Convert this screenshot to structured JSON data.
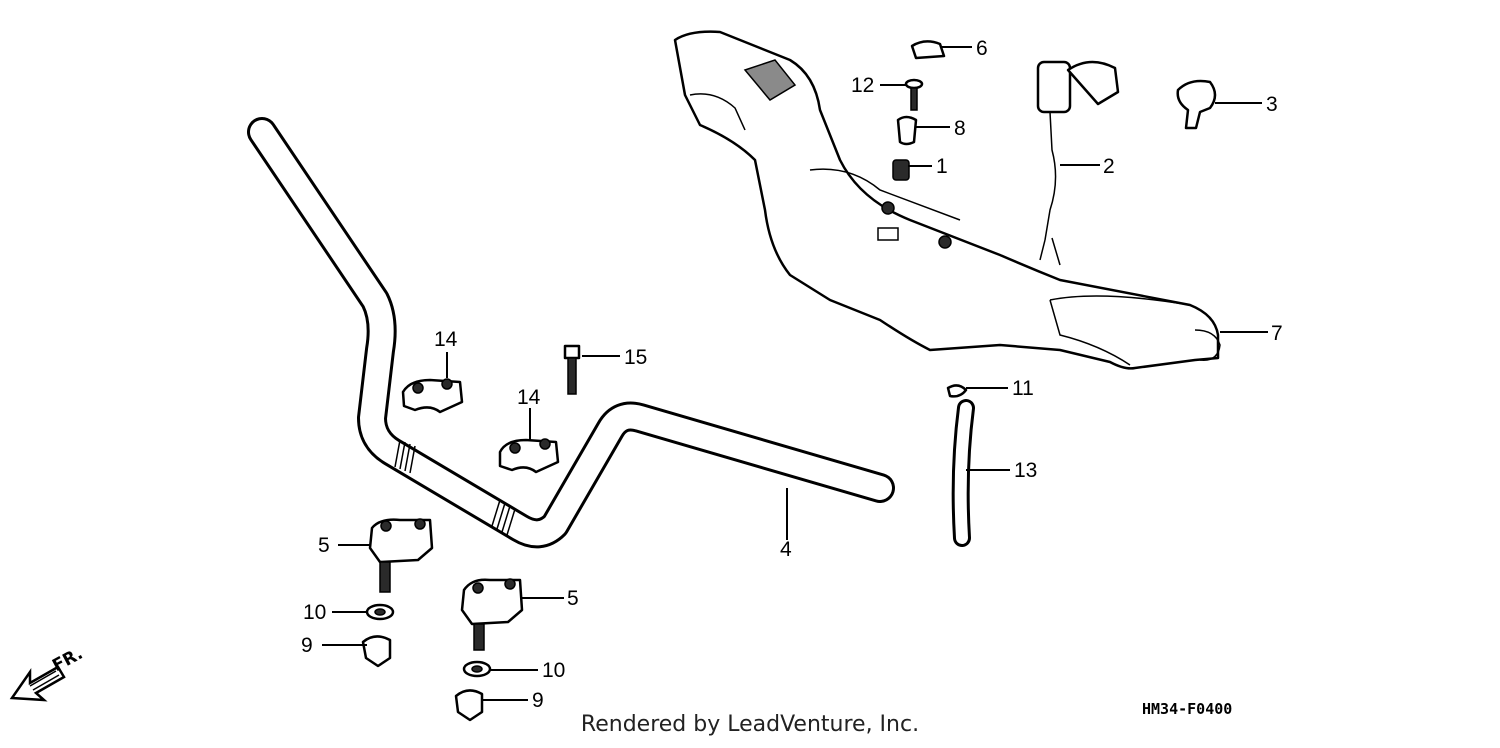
{
  "diagram": {
    "code": "HM34-F0400",
    "footer": "Rendered by LeadVenture, Inc.",
    "direction_label": "FR.",
    "callouts": {
      "c1": "1",
      "c2": "2",
      "c3": "3",
      "c4": "4",
      "c5a": "5",
      "c5b": "5",
      "c6": "6",
      "c7": "7",
      "c8": "8",
      "c9a": "9",
      "c9b": "9",
      "c10a": "10",
      "c10b": "10",
      "c11": "11",
      "c12": "12",
      "c13": "13",
      "c14a": "14",
      "c14b": "14",
      "c15": "15"
    }
  }
}
